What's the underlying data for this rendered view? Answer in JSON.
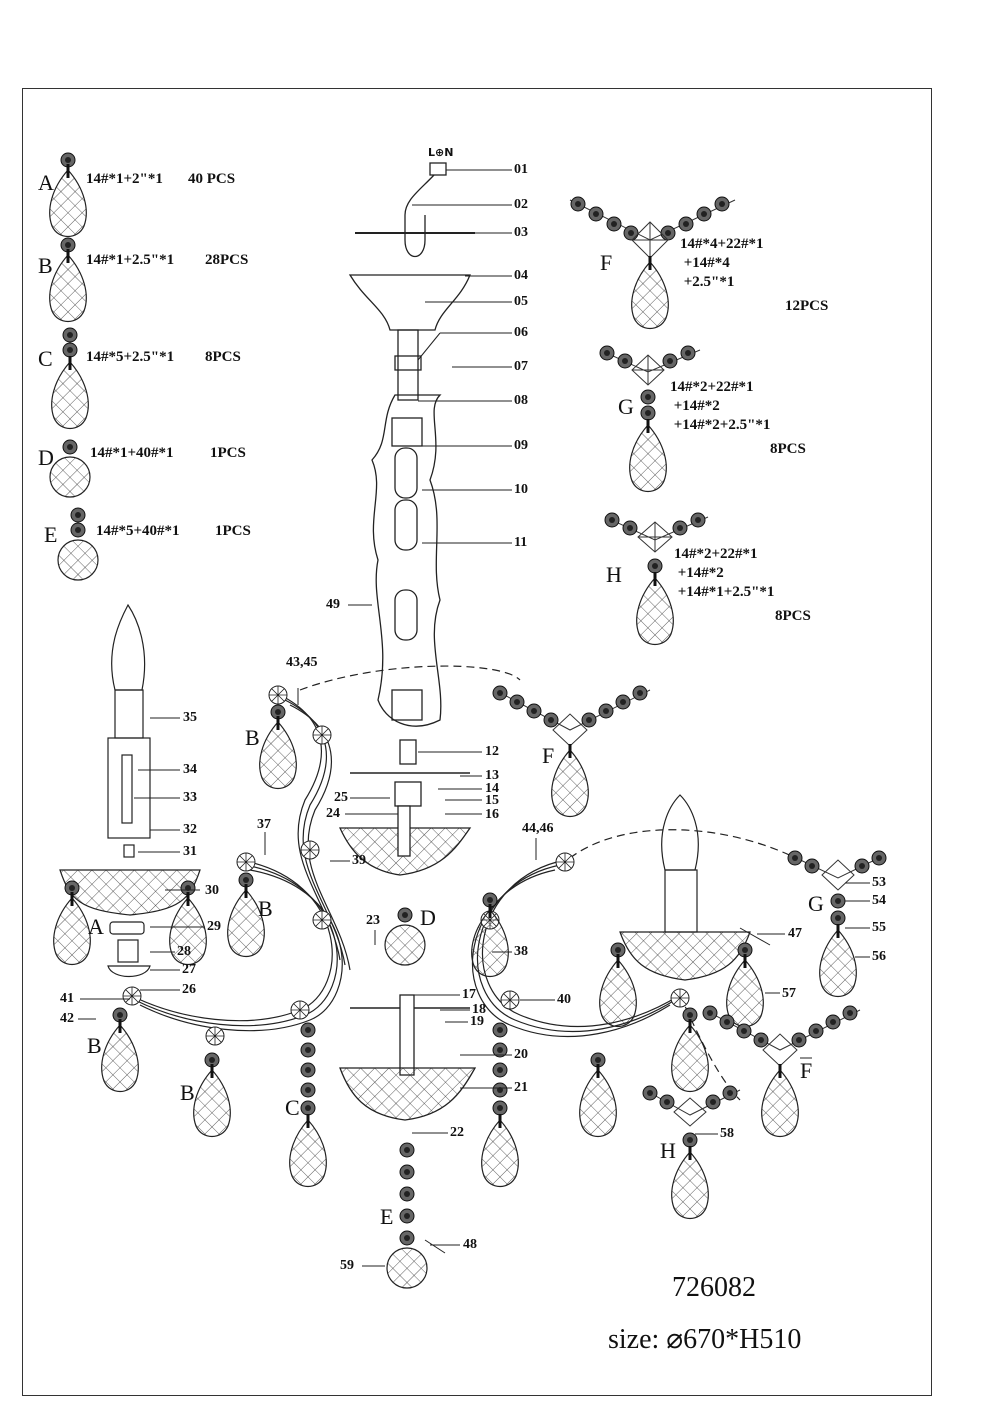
{
  "legend": [
    {
      "letter": "A",
      "spec": "14#*1+2\"*1",
      "qty": "40 PCS"
    },
    {
      "letter": "B",
      "spec": "14#*1+2.5\"*1",
      "qty": "28PCS"
    },
    {
      "letter": "C",
      "spec": "14#*5+2.5\"*1",
      "qty": "8PCS"
    },
    {
      "letter": "D",
      "spec": "14#*1+40#*1",
      "qty": "1PCS"
    },
    {
      "letter": "E",
      "spec": "14#*5+40#*1",
      "qty": "1PCS"
    },
    {
      "letter": "F",
      "spec": "14#*4+22#*1\n +14#*4\n +2.5\"*1",
      "qty": "12PCS"
    },
    {
      "letter": "G",
      "spec": "14#*2+22#*1\n +14#*2\n +14#*2+2.5\"*1",
      "qty": "8PCS"
    },
    {
      "letter": "H",
      "spec": "14#*2+22#*1\n +14#*2\n +14#*1+2.5\"*1",
      "qty": "8PCS"
    }
  ],
  "terminal_label": "L⊕N",
  "parts": [
    "01",
    "02",
    "03",
    "04",
    "05",
    "06",
    "07",
    "08",
    "09",
    "10",
    "11",
    "12",
    "13",
    "14",
    "15",
    "16",
    "17",
    "18",
    "19",
    "20",
    "21",
    "22",
    "23",
    "24",
    "25",
    "26",
    "27",
    "28",
    "29",
    "30",
    "31",
    "32",
    "33",
    "34",
    "35",
    "37",
    "38",
    "39",
    "40",
    "41",
    "42",
    "43,45",
    "44,46",
    "47",
    "48",
    "49",
    "53",
    "54",
    "55",
    "56",
    "57",
    "58",
    "59"
  ],
  "callout_letters": {
    "B1": "B",
    "B2": "B",
    "B3": "B",
    "B4": "B",
    "A": "A",
    "C": "C",
    "D": "D",
    "E": "E",
    "F1": "F",
    "F2": "F",
    "G": "G",
    "H": "H"
  },
  "model": "726082",
  "size": "size: ⌀670*H510"
}
